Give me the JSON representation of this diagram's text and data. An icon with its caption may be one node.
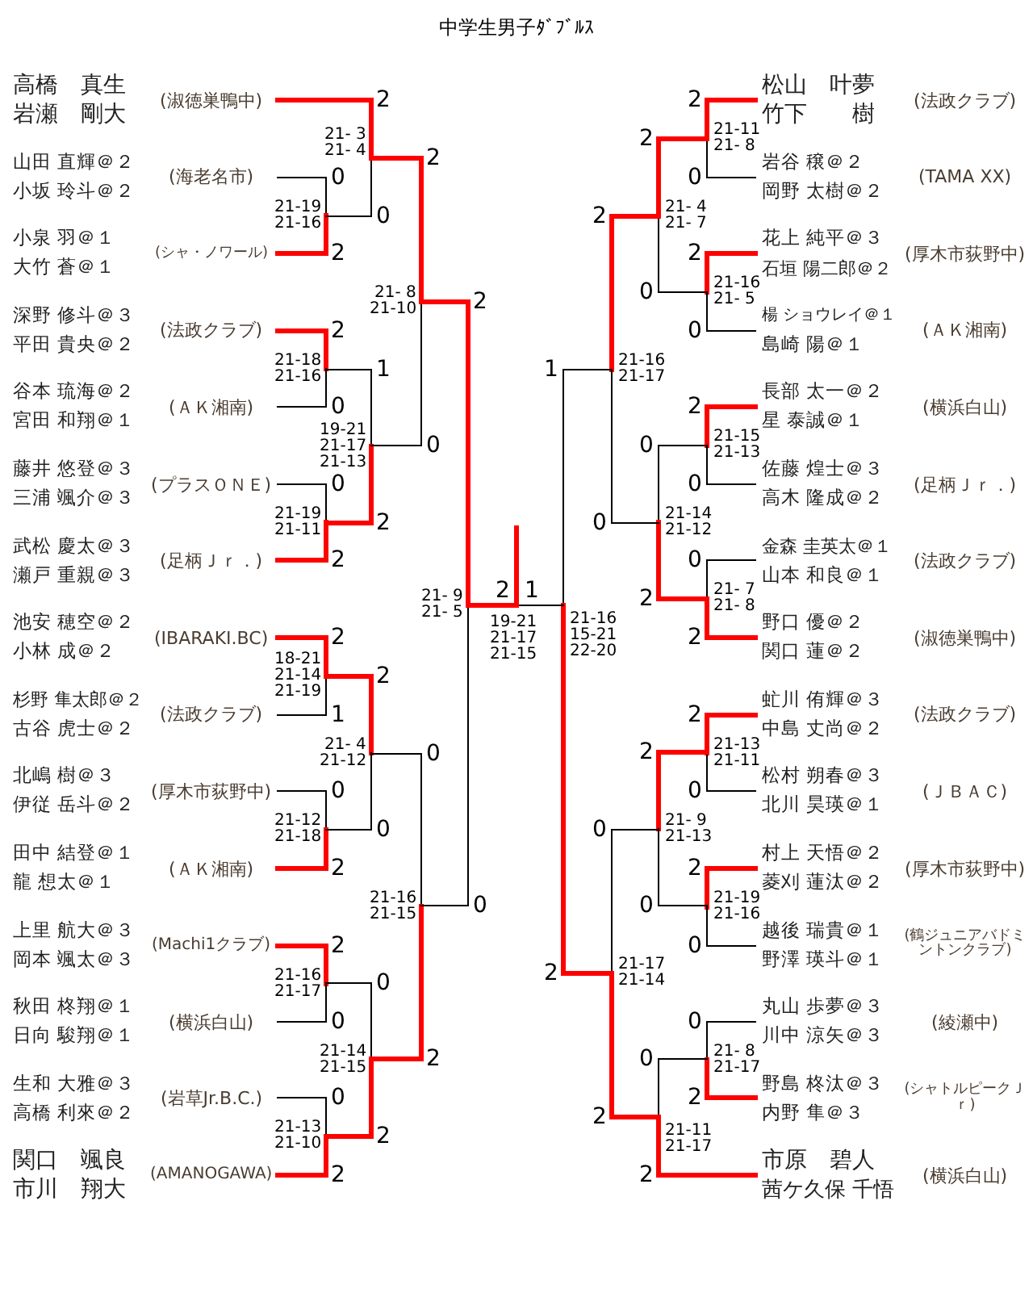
{
  "diagram": {
    "title": "中学生男子ﾀﾞﾌﾞﾙｽ",
    "labels": [
      "高橋　真生",
      "岩瀬　剛大",
      "(淑徳巣鴨中)",
      "山田 直輝＠２",
      "小坂 玲斗＠２",
      "(海老名市)",
      "小泉 羽＠１",
      "大竹 蒼＠１",
      "(シャ・ノワール)",
      "深野 修斗＠３",
      "平田 貴央＠２",
      "(法政クラブ)",
      "谷本 琉海＠２",
      "宮田 和翔＠１",
      "(ＡＫ湘南)",
      "藤井 悠登＠３",
      "三浦 颯介＠３",
      "(プラスＯＮＥ)",
      "武松 慶太＠３",
      "瀬戸 重親＠３",
      "(足柄Ｊｒ．)",
      "池安 穂空＠２",
      "小林 成＠２",
      "(IBARAKI.BC)",
      "杉野 隼太郎＠２",
      "古谷 虎士＠２",
      "(法政クラブ)",
      "北嶋 樹＠３",
      "伊従 岳斗＠２",
      "(厚木市荻野中)",
      "田中 結登＠１",
      "龍 想太＠１",
      "(ＡＫ湘南)",
      "上里 航大＠３",
      "岡本 颯太＠３",
      "(Machi1クラブ)",
      "秋田 柊翔＠１",
      "日向 駿翔＠１",
      "(横浜白山)",
      "生和 大雅＠３",
      "高橋 利來＠２",
      "(岩草Jr.B.C.)",
      "関口　颯良",
      "市川　翔大",
      "(AMANOGAWA)",
      "松山　叶夢",
      "竹下　　樹",
      "(法政クラブ)",
      "岩谷 穣＠２",
      "岡野 太樹＠２",
      "(TAMA XX)",
      "花上 純平＠３",
      "石垣 陽二郎＠２",
      "(厚木市荻野中)",
      "楊 ショウレイ＠１",
      "島崎 陽＠１",
      "(ＡＫ湘南)",
      "長部 太一＠２",
      "星 泰誠＠１",
      "(横浜白山)",
      "佐藤 煌士＠３",
      "高木 隆成＠２",
      "(足柄Ｊｒ．)",
      "金森 圭英太＠１",
      "山本 和良＠１",
      "(法政クラブ)",
      "野口 優＠２",
      "関口 蓮＠２",
      "(淑徳巣鴨中)",
      "虻川 侑輝＠３",
      "中島 丈尚＠２",
      "(法政クラブ)",
      "松村 朔春＠３",
      "北川 昊瑛＠１",
      "(ＪＢＡＣ)",
      "村上 天悟＠２",
      "菱刈 蓮汰＠２",
      "(厚木市荻野中)",
      "越後 瑞貴＠１",
      "野澤 瑛斗＠１",
      "(鶴ジュニアバドミントンクラブ)",
      "丸山 歩夢＠３",
      "川中 涼矢＠３",
      "(綾瀬中)",
      "野島 柊汰＠３",
      "内野 隼＠３",
      "(シャトルピークＪｒ)",
      "市原　碧人",
      "茜ケ久保 千悟",
      "(横浜白山)",
      "0",
      "2",
      "21-19",
      "21-16",
      "2",
      "0",
      "21- 3",
      "21- 4",
      "2",
      "0",
      "21-18",
      "21-16",
      "0",
      "2",
      "21-19",
      "21-11",
      "1",
      "2",
      "19-21",
      "21-17",
      "21-13",
      "2",
      "0",
      "21- 8",
      "21-10",
      "2",
      "1",
      "18-21",
      "21-14",
      "21-19",
      "0",
      "2",
      "21-12",
      "21-18",
      "2",
      "0",
      "21- 4",
      "21-12",
      "2",
      "0",
      "21-16",
      "21-17",
      "0",
      "2",
      "21-13",
      "21-10",
      "0",
      "2",
      "21-14",
      "21-15",
      "0",
      "2",
      "21-16",
      "21-15",
      "2",
      "0",
      "21- 9",
      "21- 5",
      "2",
      "0",
      "21-11",
      "21- 8",
      "2",
      "0",
      "21-16",
      "21- 5",
      "2",
      "0",
      "21- 4",
      "21- 7",
      "2",
      "0",
      "21-15",
      "21-13",
      "0",
      "2",
      "21- 7",
      "21- 8",
      "0",
      "2",
      "21-14",
      "21-12",
      "2",
      "0",
      "21-16",
      "21-17",
      "2",
      "0",
      "21-13",
      "21-11",
      "2",
      "0",
      "21-19",
      "21-16",
      "2",
      "0",
      "21- 9",
      "21-13",
      "0",
      "2",
      "21- 8",
      "21-17",
      "0",
      "2",
      "21-11",
      "21-17",
      "0",
      "2",
      "21-17",
      "21-14",
      "1",
      "2",
      "21-16",
      "15-21",
      "22-20",
      "2",
      "1",
      "19-21",
      "21-17",
      "21-15"
    ]
  }
}
